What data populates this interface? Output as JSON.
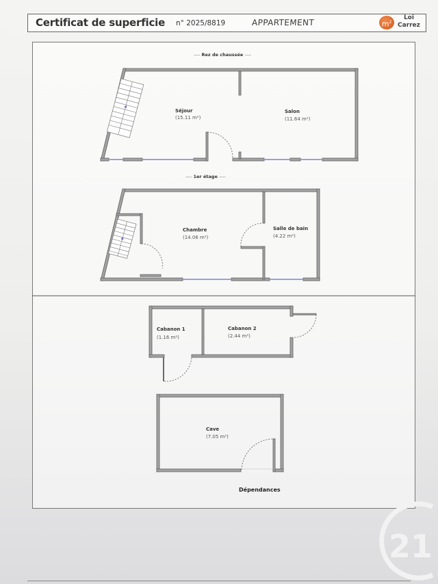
{
  "header": {
    "title": "Certificat de superficie",
    "number": "n° 2025/8819",
    "handwritten_note": "APPARTEMENT",
    "badge": {
      "symbol": "m²",
      "label_line1": "Loi",
      "label_line2": "Carrez",
      "color": "#e06a2c"
    }
  },
  "levels": {
    "ground_floor": {
      "label": "Rez de chaussée",
      "rooms": [
        {
          "name": "Séjour",
          "area": "(15.11 m²)"
        },
        {
          "name": "Salon",
          "area": "(11.64 m²)"
        }
      ]
    },
    "first_floor": {
      "label": "1er étage",
      "rooms": [
        {
          "name": "Chambre",
          "area": "(14.06 m²)"
        },
        {
          "name": "Salle de bain",
          "area": "(4.22 m²)"
        }
      ]
    },
    "outbuildings": {
      "label": "Dépendances",
      "rooms": [
        {
          "name": "Cabanon 1",
          "area": "(1.16 m²)"
        },
        {
          "name": "Cabanon 2",
          "area": "(2.44 m²)"
        },
        {
          "name": "Cave",
          "area": "(7.05 m²)"
        }
      ]
    }
  },
  "separators": {
    "dashes": "-----"
  },
  "watermark": {
    "text": "21"
  },
  "colors": {
    "wall": "#9a9a9a",
    "wall_edge": "#5c5c5c",
    "window": "#9aa0d8"
  }
}
